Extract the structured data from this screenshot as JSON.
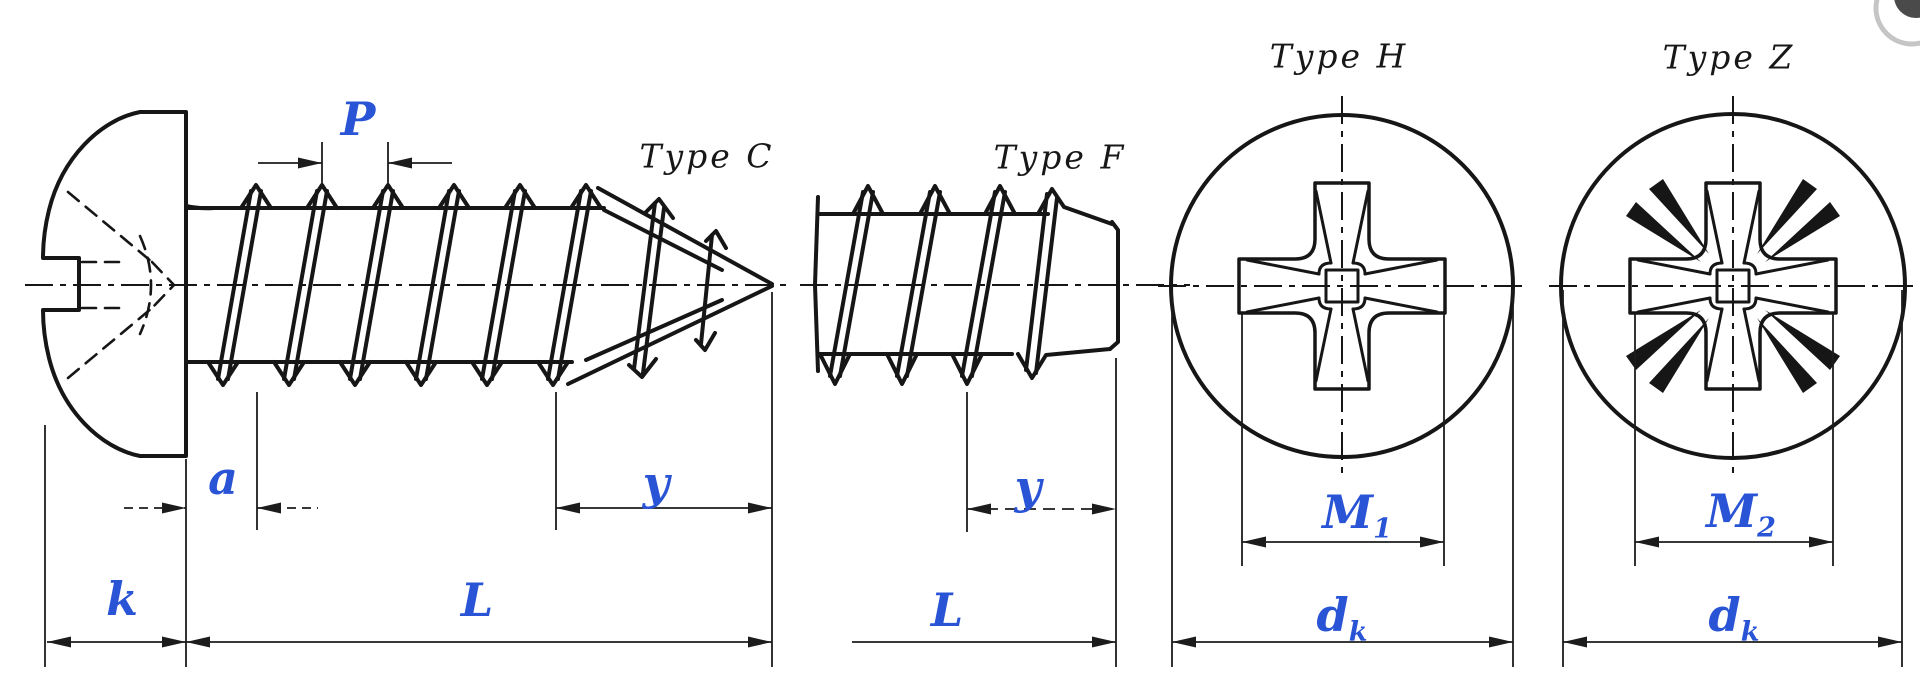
{
  "drawing": {
    "kind": "tapping-screw technical drawing",
    "views": [
      {
        "id": "side-view-point-c",
        "label": "Type C"
      },
      {
        "id": "side-view-point-f",
        "label": "Type F"
      },
      {
        "id": "head-view-recess-h",
        "label": "Type H"
      },
      {
        "id": "head-view-recess-z",
        "label": "Type Z"
      }
    ],
    "dims": {
      "pitch": "P",
      "runout": "a",
      "point_c": "y",
      "head_height": "k",
      "length_c": "L",
      "point_f": "y",
      "length_f": "L",
      "m1": {
        "base": "M",
        "sub": "1"
      },
      "m2": {
        "base": "M",
        "sub": "2"
      },
      "dk_h": {
        "base": "d",
        "sub": "k"
      },
      "dk_z": {
        "base": "d",
        "sub": "k"
      }
    },
    "colors": {
      "dim_label": "#2a54d6",
      "line": "#161616",
      "background": "#ffffff"
    }
  }
}
